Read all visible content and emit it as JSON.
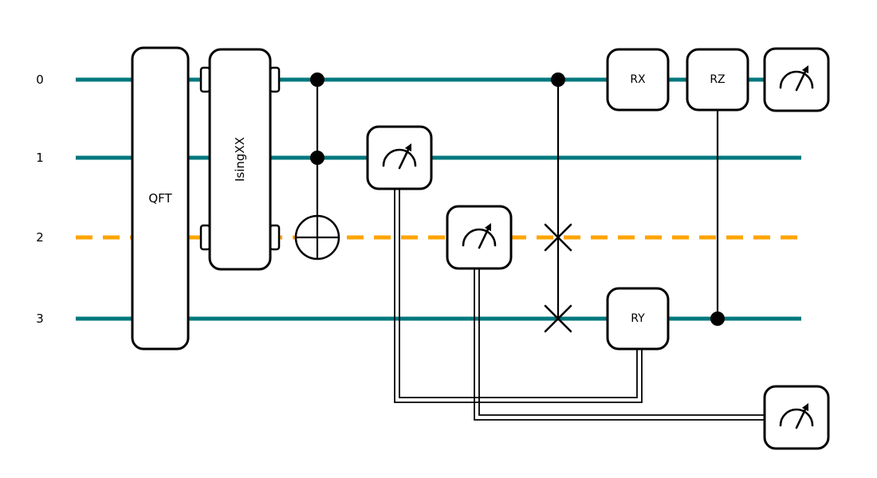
{
  "figure": {
    "type": "quantum circuit diagram",
    "num_wires": 4
  },
  "colors": {
    "quantum_wire": "#00787e",
    "inactive_wire": "#ffa400",
    "connector": "#000000",
    "gate_fill": "#ffffff",
    "gate_border": "#000000"
  },
  "wires": [
    {
      "label": "0",
      "style": "solid"
    },
    {
      "label": "1",
      "style": "solid"
    },
    {
      "label": "2",
      "style": "dashed"
    },
    {
      "label": "3",
      "style": "solid"
    }
  ],
  "gates": {
    "qft": {
      "label": "QFT",
      "wires": [
        0,
        1,
        2,
        3
      ]
    },
    "ising_xx": {
      "label": "IsingXX",
      "wires": [
        0,
        2
      ]
    },
    "toffoli": {
      "control_wires": [
        0,
        1
      ],
      "target_wire": 2
    },
    "mid_measure_wire1": {
      "icon": "measurement-gauge",
      "wire": 1
    },
    "mid_measure_wire2": {
      "icon": "measurement-gauge",
      "wire": 2
    },
    "cswap": {
      "control_wire": 0,
      "swap_wires": [
        2,
        3
      ]
    },
    "rx": {
      "label": "RX",
      "wire": 0
    },
    "ry": {
      "label": "RY",
      "wire": 3,
      "classically_controlled": true
    },
    "crz": {
      "label": "RZ",
      "target_wire": 0,
      "control_wire": 3
    },
    "final_measure_wire0": {
      "icon": "measurement-gauge",
      "wire": 0
    },
    "classical_measure": {
      "icon": "measurement-gauge",
      "input_wire": 2
    }
  }
}
